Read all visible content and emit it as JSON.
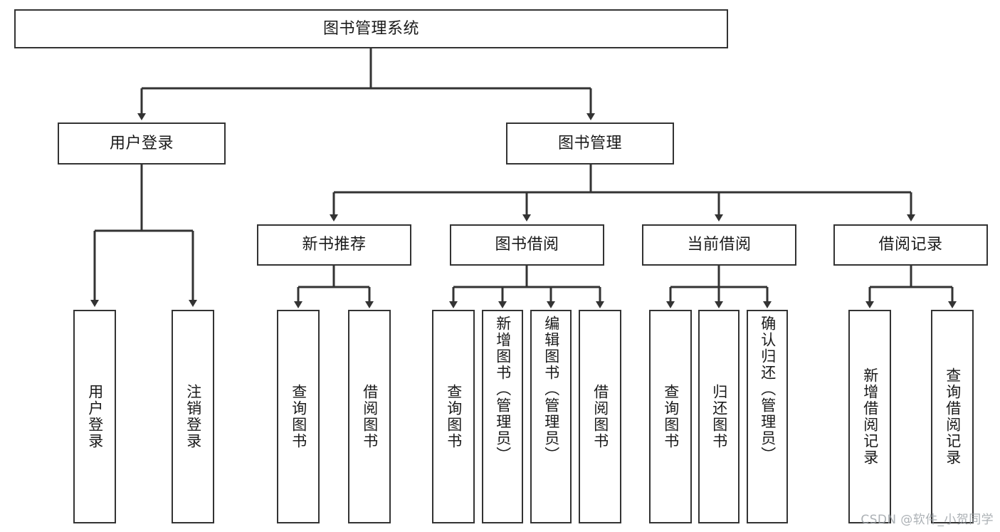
{
  "diagram": {
    "type": "tree-hierarchy",
    "title": "图书管理系统",
    "watermark": "CSDN @软件_小贺同学",
    "colors": {
      "node_border": "#333333",
      "node_fill": "#ffffff",
      "connector": "#333333",
      "text": "#1a1a1a",
      "watermark": "#9aa0a6",
      "background": "#ffffff"
    },
    "levels": {
      "root": {
        "label": "图书管理系统"
      },
      "level2": [
        {
          "label": "用户登录"
        },
        {
          "label": "图书管理"
        }
      ],
      "level3": [
        {
          "label": "新书推荐"
        },
        {
          "label": "图书借阅"
        },
        {
          "label": "当前借阅"
        },
        {
          "label": "借阅记录"
        }
      ],
      "leaves": {
        "user_login": [
          {
            "label": "用户登录"
          },
          {
            "label": "注销登录"
          }
        ],
        "new_book_recommend": [
          {
            "label": "查询图书"
          },
          {
            "label": "借阅图书"
          }
        ],
        "book_borrow": [
          {
            "label": "查询图书"
          },
          {
            "label": "新增图书（管理员）"
          },
          {
            "label": "编辑图书（管理员）"
          },
          {
            "label": "借阅图书"
          }
        ],
        "current_borrow": [
          {
            "label": "查询图书"
          },
          {
            "label": "归还图书"
          },
          {
            "label": "确认归还（管理员）"
          }
        ],
        "borrow_record": [
          {
            "label": "新增借阅记录"
          },
          {
            "label": "查询借阅记录"
          }
        ]
      }
    },
    "edges": [
      {
        "from": "图书管理系统",
        "to": "用户登录"
      },
      {
        "from": "图书管理系统",
        "to": "图书管理"
      },
      {
        "from": "用户登录",
        "to": "用户登录"
      },
      {
        "from": "用户登录",
        "to": "注销登录"
      },
      {
        "from": "图书管理",
        "to": "新书推荐"
      },
      {
        "from": "图书管理",
        "to": "图书借阅"
      },
      {
        "from": "图书管理",
        "to": "当前借阅"
      },
      {
        "from": "图书管理",
        "to": "借阅记录"
      },
      {
        "from": "新书推荐",
        "to": "查询图书"
      },
      {
        "from": "新书推荐",
        "to": "借阅图书"
      },
      {
        "from": "图书借阅",
        "to": "查询图书"
      },
      {
        "from": "图书借阅",
        "to": "新增图书（管理员）"
      },
      {
        "from": "图书借阅",
        "to": "编辑图书（管理员）"
      },
      {
        "from": "图书借阅",
        "to": "借阅图书"
      },
      {
        "from": "当前借阅",
        "to": "查询图书"
      },
      {
        "from": "当前借阅",
        "to": "归还图书"
      },
      {
        "from": "当前借阅",
        "to": "确认归还（管理员）"
      },
      {
        "from": "借阅记录",
        "to": "新增借阅记录"
      },
      {
        "from": "借阅记录",
        "to": "查询借阅记录"
      }
    ]
  }
}
